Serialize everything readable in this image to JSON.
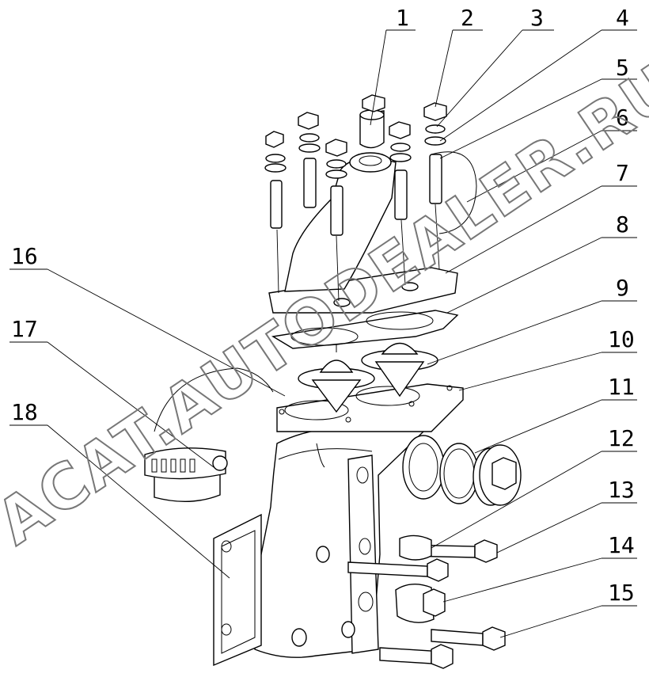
{
  "callouts": [
    {
      "id": "1",
      "text": "1"
    },
    {
      "id": "2",
      "text": "2"
    },
    {
      "id": "3",
      "text": "3"
    },
    {
      "id": "4",
      "text": "4"
    },
    {
      "id": "5",
      "text": "5"
    },
    {
      "id": "6",
      "text": "6"
    },
    {
      "id": "7",
      "text": "7"
    },
    {
      "id": "8",
      "text": "8"
    },
    {
      "id": "9",
      "text": "9"
    },
    {
      "id": "10",
      "text": "10"
    },
    {
      "id": "11",
      "text": "11"
    },
    {
      "id": "12",
      "text": "12"
    },
    {
      "id": "13",
      "text": "13"
    },
    {
      "id": "14",
      "text": "14"
    },
    {
      "id": "15",
      "text": "15"
    },
    {
      "id": "16",
      "text": "16"
    },
    {
      "id": "17",
      "text": "17"
    },
    {
      "id": "18",
      "text": "18"
    }
  ],
  "watermark": "ACAT.AUTODEALER.RU"
}
